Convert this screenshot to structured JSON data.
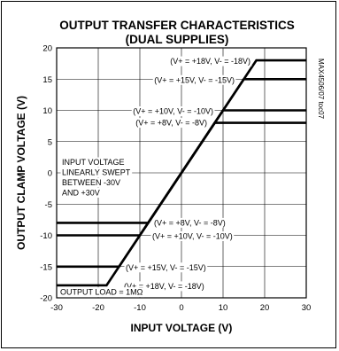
{
  "chart_data": {
    "type": "line",
    "title": "OUTPUT TRANSFER CHARACTERISTICS",
    "subtitle": "(DUAL SUPPLIES)",
    "xlabel": "INPUT VOLTAGE (V)",
    "ylabel": "OUTPUT CLAMP VOLTAGE (V)",
    "side_label": "MAX4506/07 toc07",
    "xlim": [
      -30,
      30
    ],
    "ylim": [
      -20,
      20
    ],
    "xticks": [
      -30,
      -20,
      -10,
      0,
      10,
      20,
      30
    ],
    "yticks": [
      -20,
      -15,
      -10,
      -5,
      0,
      5,
      10,
      15,
      20
    ],
    "grid": true,
    "series": [
      {
        "name": "(V+ = +18V, V- = -18V)",
        "x": [
          -30,
          -18,
          18,
          30
        ],
        "y": [
          -18,
          -18,
          18,
          18
        ]
      },
      {
        "name": "(V+ = +15V, V- = -15V)",
        "x": [
          -30,
          -15,
          15,
          30
        ],
        "y": [
          -15,
          -15,
          15,
          15
        ]
      },
      {
        "name": "(V+ = +10V, V- = -10V)",
        "x": [
          -30,
          -10,
          10,
          30
        ],
        "y": [
          -10,
          -10,
          10,
          10
        ]
      },
      {
        "name": "(V+ = +8V, V- = -8V)",
        "x": [
          -30,
          -8,
          8,
          30
        ],
        "y": [
          -8,
          -8,
          8,
          8
        ]
      }
    ],
    "annotations": {
      "sweep": [
        "INPUT VOLTAGE",
        "LINEARLY SWEPT",
        "BETWEEN -30V",
        "AND +30V"
      ],
      "load": "OUTPUT LOAD = 1MΩ",
      "upper_labels": [
        "(V+ = +18V, V- = -18V)",
        "(V+ = +15V, V- = -15V)",
        "(V+ = +10V, V- = -10V)",
        "(V+ = +8V, V- = -8V)"
      ],
      "lower_labels": [
        "(V+ = +8V, V- = -8V)",
        "(V+ = +10V, V- = -10V)",
        "(V+ = +15V, V- = -15V)",
        "(V+ = +18V, V- = -18V)"
      ]
    }
  }
}
